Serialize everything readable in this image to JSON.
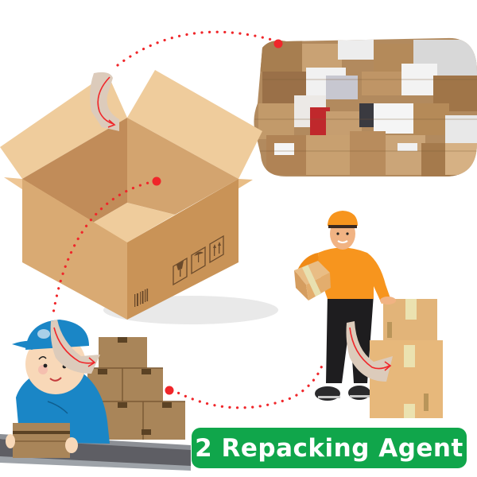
{
  "badge": {
    "label": "2 Repacking Agent",
    "background_color": "#10a64b",
    "text_color": "#ffffff"
  },
  "illustrations": {
    "pile": {
      "description": "pile of messy cardboard shipping boxes"
    },
    "open_box": {
      "description": "open empty cardboard box with handling symbols",
      "symbols": [
        "fragile-glass-icon",
        "keep-dry-umbrella-icon",
        "this-way-up-arrows-icon",
        "barcode-icon"
      ]
    },
    "worker": {
      "description": "warehouse worker in blue cap packing box on conveyor",
      "cap_color": "#1a86c6"
    },
    "delivery_man": {
      "description": "delivery man in orange shirt carrying box next to stacked boxes",
      "shirt_color": "#f7951e"
    }
  },
  "flow": {
    "dot_color": "#f0262a",
    "arrow_color": "#f0262a"
  }
}
